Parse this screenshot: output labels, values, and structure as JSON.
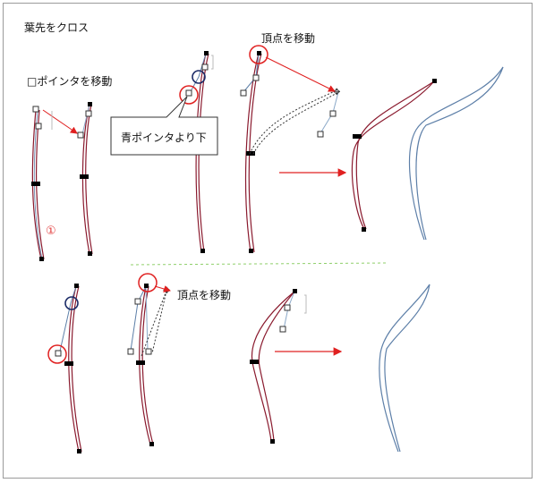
{
  "title": "葉先をクロス",
  "labels": {
    "move_square_pointer": "□ポインタを移動",
    "move_vertex_top": "頂点を移動",
    "move_vertex_bottom": "頂点を移動",
    "step_number": "①"
  },
  "callout": {
    "text": "青ポインタより下"
  },
  "colors": {
    "stroke_red": "#8a1a2e",
    "stroke_blue": "#5d7fa8",
    "marker_red": "#e02020",
    "marker_blue": "#1a2a66",
    "divider": "#8fcf6a",
    "handle": "#8aa8c8"
  }
}
